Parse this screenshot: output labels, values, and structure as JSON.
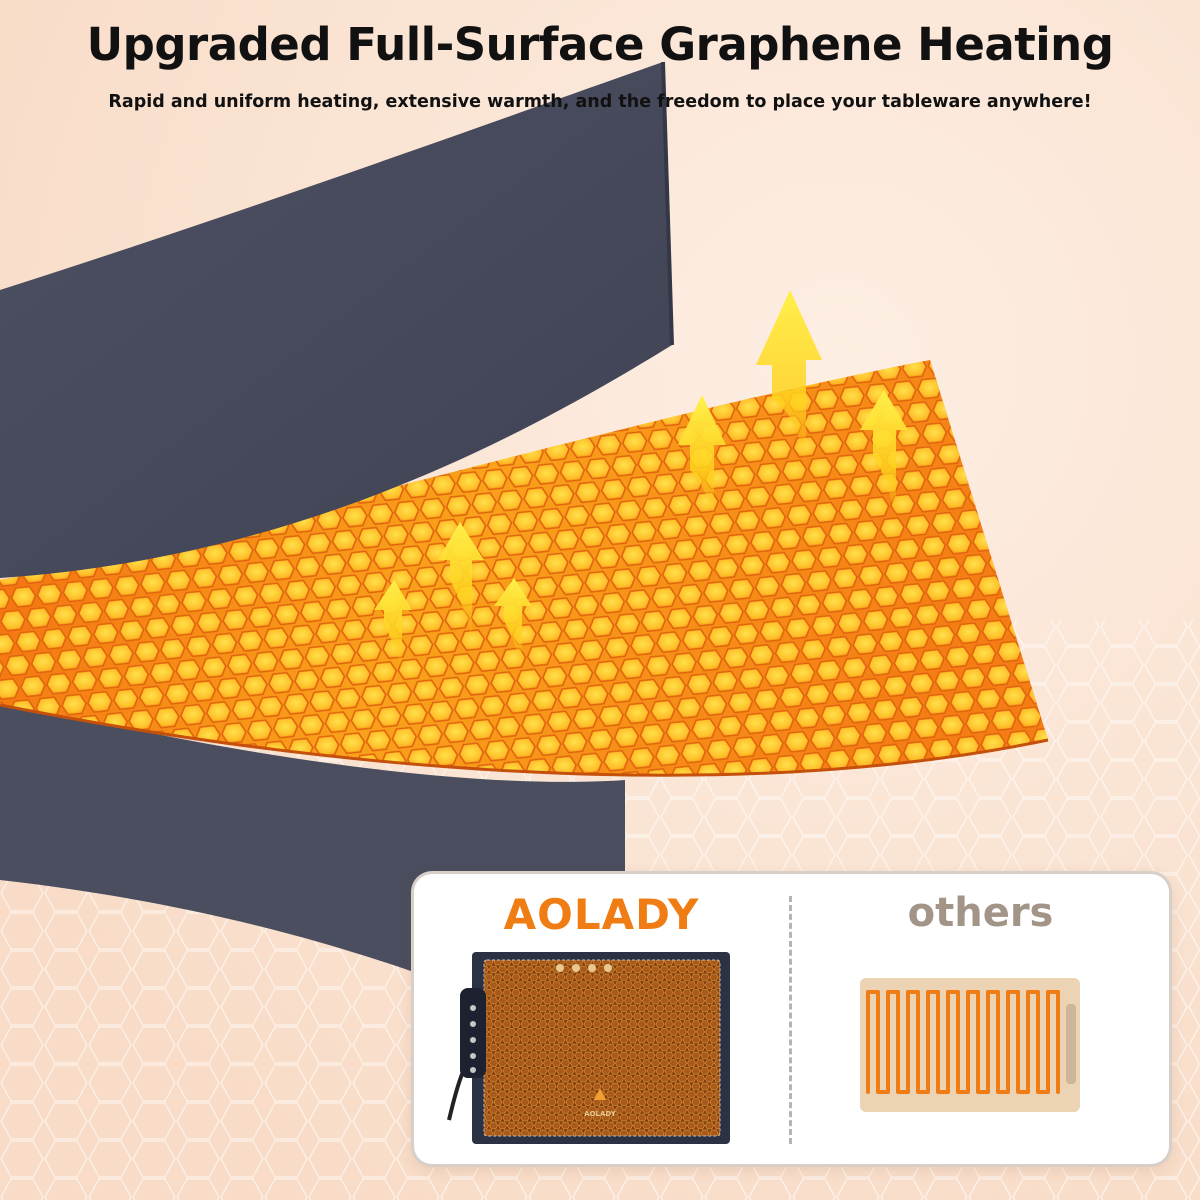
{
  "header": {
    "title": "Upgraded Full-Surface Graphene Heating",
    "subtitle": "Rapid and uniform heating, extensive warmth, and the freedom to place your tableware anywhere!"
  },
  "comparison": {
    "left_label": "AOLADY",
    "right_label": "others",
    "mat_logo_text": "AOLADY"
  },
  "colors": {
    "background": "#fbe5d6",
    "film_dark": "#4a4e5e",
    "honeycomb_orange": "#f79a16",
    "honeycomb_yellow": "#ffd23c",
    "arrow_yellow": "#ffe83a",
    "brand_orange": "#f07c14",
    "others_gray": "#a39488"
  },
  "icons": [
    "heat-arrow-icon",
    "honeycomb-pattern",
    "heating-coil-icon"
  ]
}
